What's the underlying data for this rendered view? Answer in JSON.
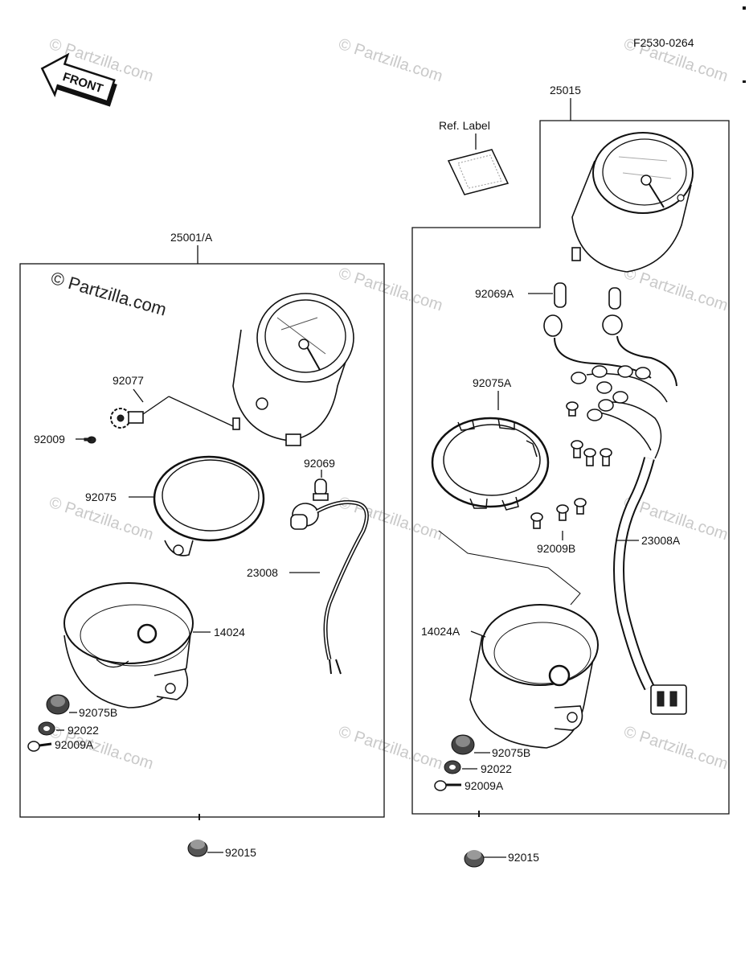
{
  "diagram_id": "F2530-0264",
  "front_arrow": "FRONT",
  "watermark": "© Partzilla.com",
  "left_assembly": {
    "group": "25001/A",
    "parts": {
      "p92077": "92077",
      "p92009": "92009",
      "p92075": "92075",
      "p92069": "92069",
      "p23008": "23008",
      "p14024": "14024",
      "p92075B": "92075B",
      "p92022": "92022",
      "p92009A": "92009A",
      "p92015": "92015"
    }
  },
  "right_assembly": {
    "group": "25015",
    "ref_label": "Ref. Label",
    "parts": {
      "p92069A": "92069A",
      "p92075A": "92075A",
      "p92009B": "92009B",
      "p23008A": "23008A",
      "p14024A": "14024A",
      "p92075B": "92075B",
      "p92022": "92022",
      "p92009A": "92009A",
      "p92015": "92015"
    }
  }
}
